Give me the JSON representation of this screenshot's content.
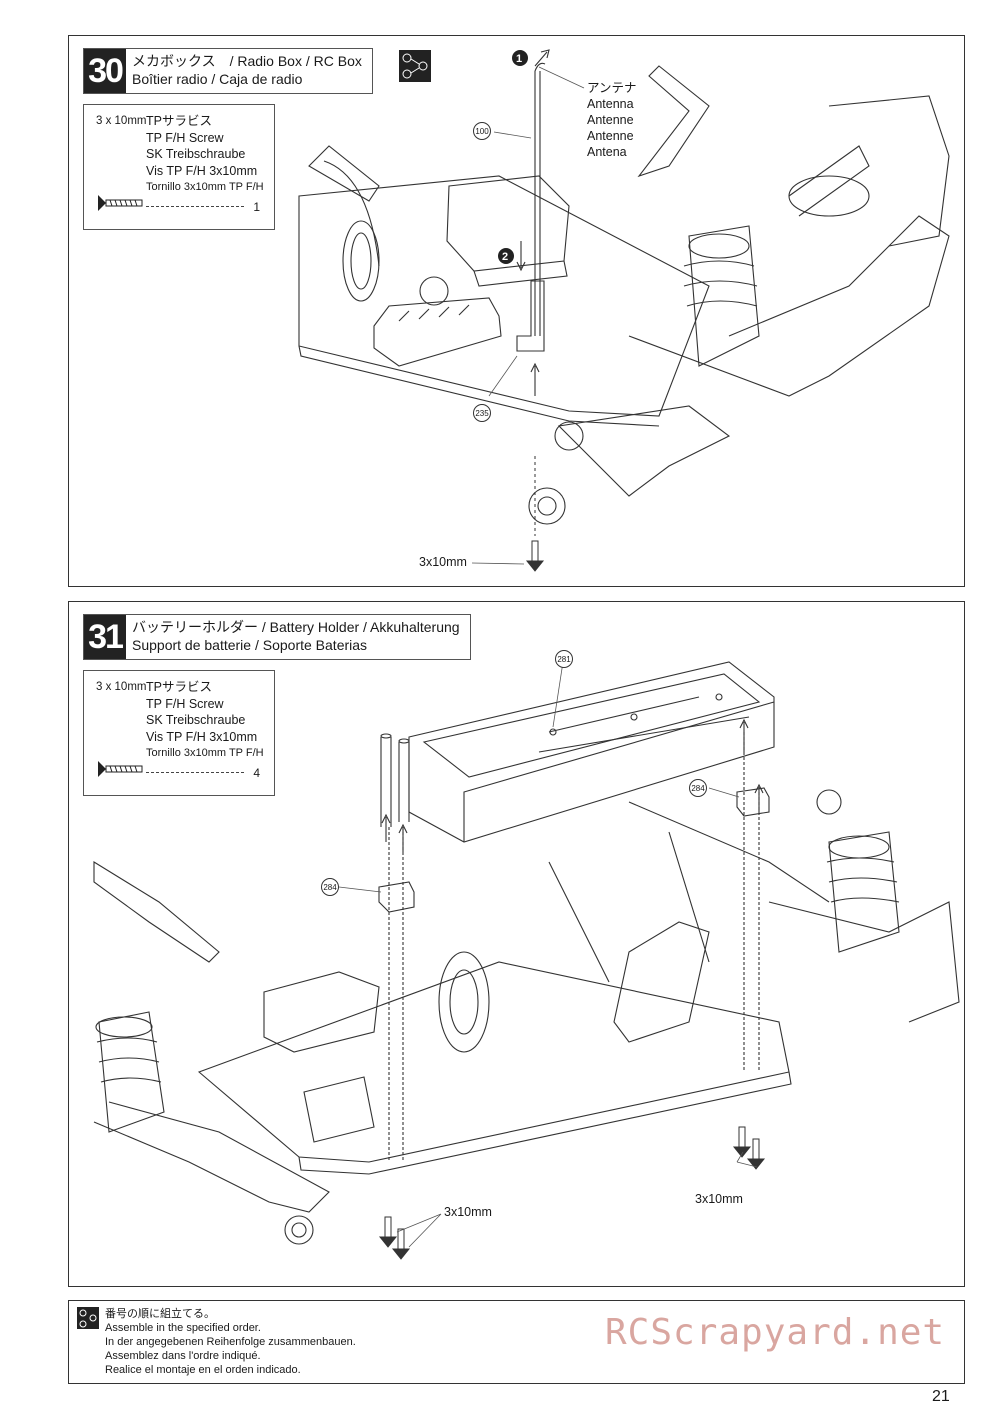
{
  "step30": {
    "number": "30",
    "title_line1": "メカボックス　/ Radio Box / RC Box",
    "title_line2": "Boîtier radio / Caja de radio",
    "parts": {
      "size_label": "3 x 10mm",
      "names": [
        "TPサラビス",
        "TP F/H Screw",
        "SK Treibschraube",
        "Vis TP F/H 3x10mm",
        "Tornillo 3x10mm TP F/H"
      ],
      "qty": "1"
    },
    "antenna_labels": [
      "アンテナ",
      "Antenna",
      "Antenne",
      "Antenne",
      "Antena"
    ],
    "callouts": [
      "100",
      "235"
    ],
    "sequence_marks": [
      "1",
      "2"
    ],
    "screw_label": "3x10mm"
  },
  "step31": {
    "number": "31",
    "title_line1": "バッテリーホルダー / Battery Holder / Akkuhalterung",
    "title_line2": "Support de batterie / Soporte Baterias",
    "parts": {
      "size_label": "3 x 10mm",
      "names": [
        "TPサラビス",
        "TP F/H Screw",
        "SK Treibschraube",
        "Vis TP F/H 3x10mm",
        "Tornillo 3x10mm TP F/H"
      ],
      "qty": "4"
    },
    "callouts": [
      "281",
      "284",
      "284"
    ],
    "screw_label_left": "3x10mm",
    "screw_label_right": "3x10mm"
  },
  "footer": {
    "lines": [
      "番号の順に組立てる。",
      "Assemble in the specified order.",
      "In der angegebenen Reihenfolge zusammenbauen.",
      "Assemblez dans l'ordre indiqué.",
      "Realice el montaje en el orden indicado."
    ]
  },
  "watermark": "RCScrapyard.net",
  "page_number": "21"
}
